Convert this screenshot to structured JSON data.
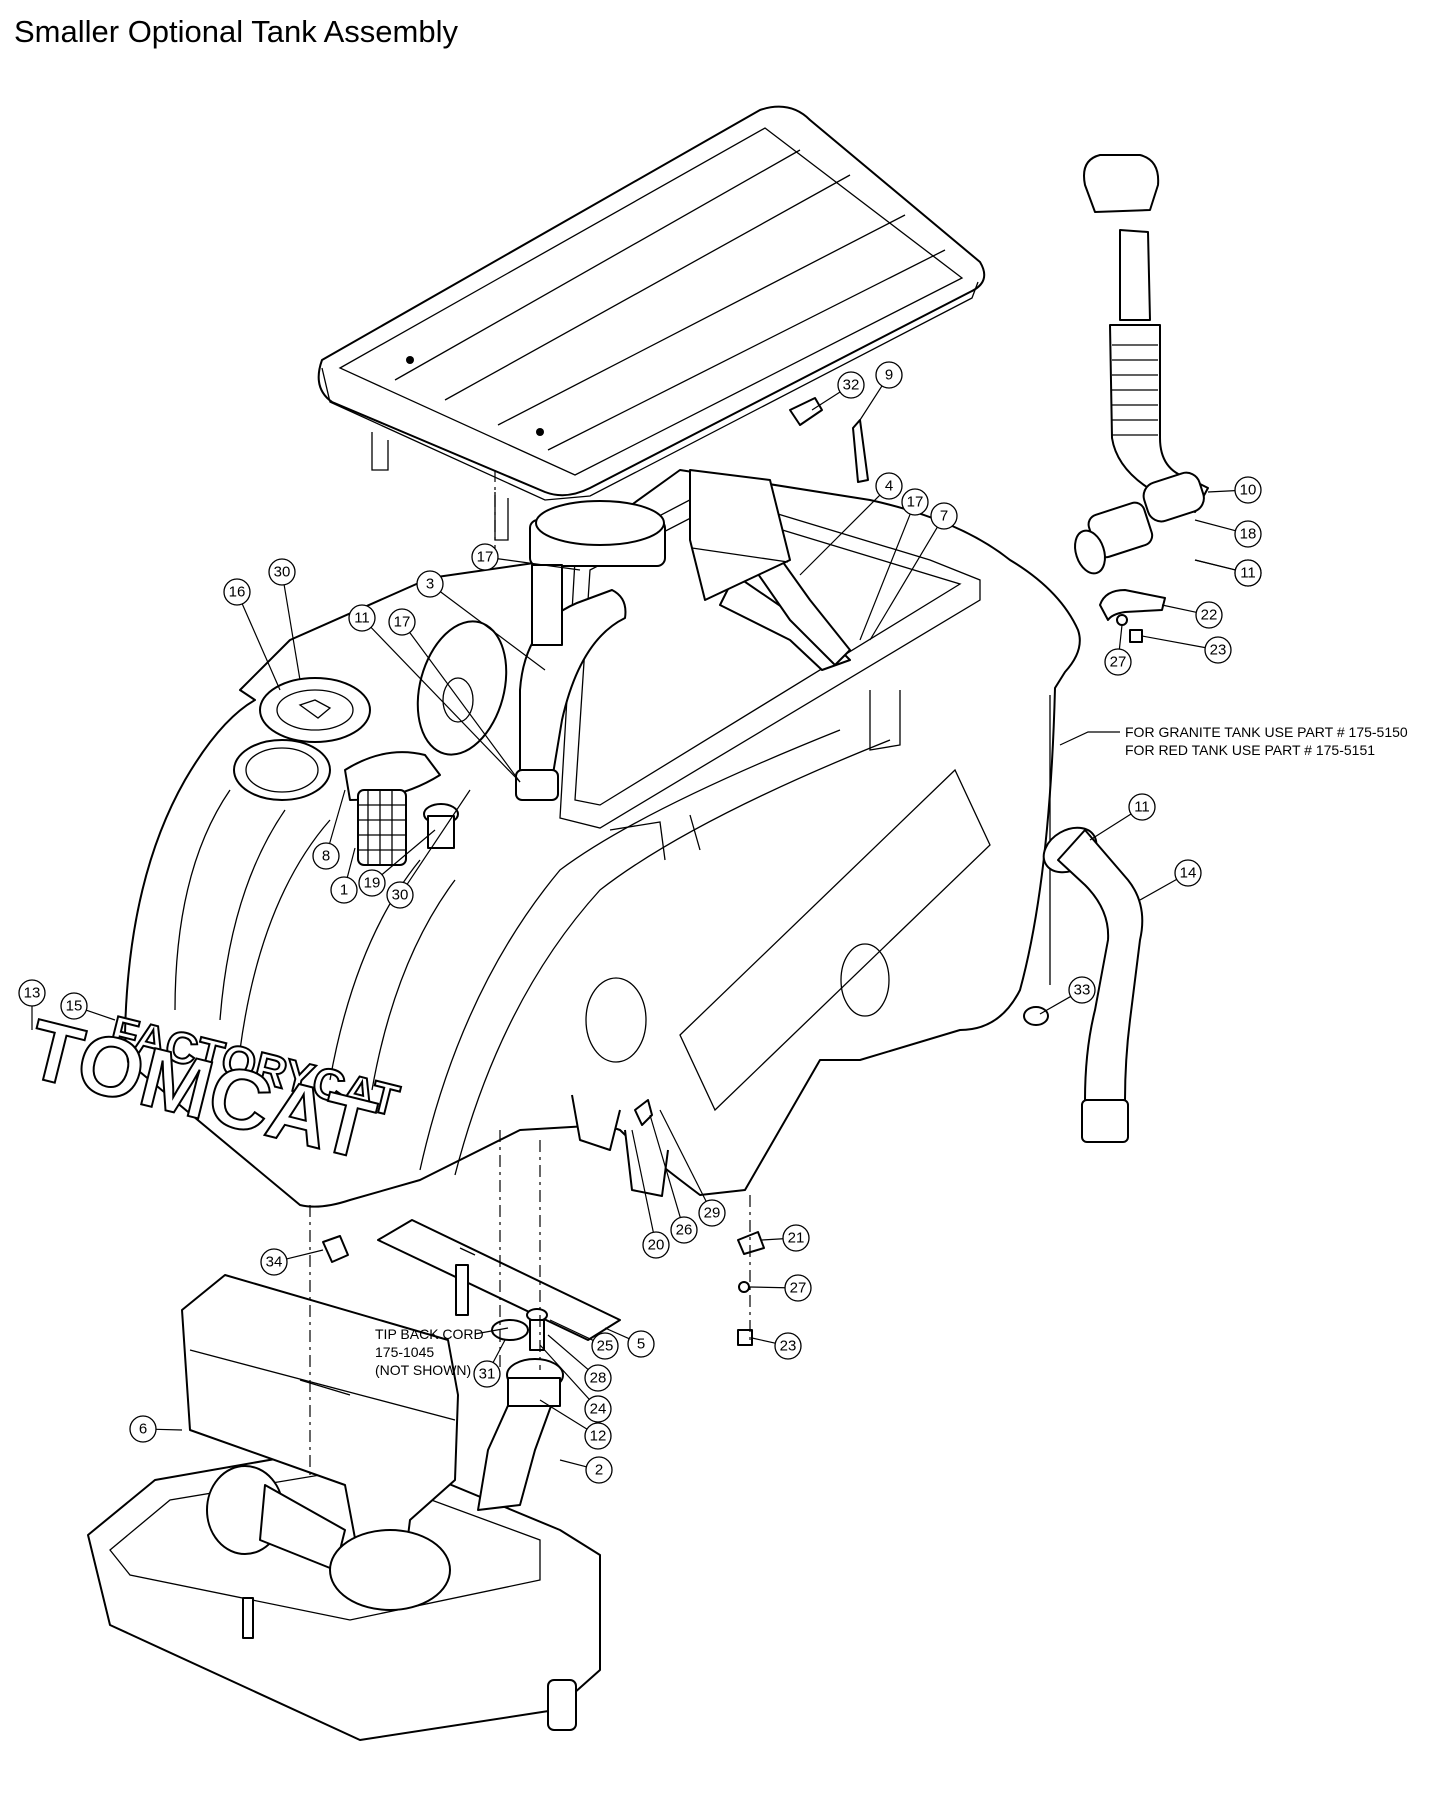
{
  "title": "Smaller Optional Tank Assembly",
  "notes": {
    "granite": "FOR GRANITE TANK USE PART # 175-5150",
    "red": "FOR RED TANK USE PART # 175-5151",
    "cord_line1": "TIP BACK CORD",
    "cord_line2": "175-1045",
    "cord_line3": "(NOT SHOWN)"
  },
  "decals": {
    "brand_top": "FACTORYCAT",
    "brand_bottom": "TOMCAT"
  },
  "callouts": [
    "1",
    "2",
    "3",
    "4",
    "5",
    "6",
    "7",
    "8",
    "9",
    "10",
    "11",
    "11",
    "11",
    "11",
    "12",
    "13",
    "14",
    "15",
    "16",
    "17",
    "17",
    "17",
    "18",
    "19",
    "20",
    "21",
    "22",
    "23",
    "23",
    "24",
    "25",
    "26",
    "27",
    "27",
    "28",
    "29",
    "30",
    "30",
    "31",
    "32",
    "33",
    "34"
  ]
}
